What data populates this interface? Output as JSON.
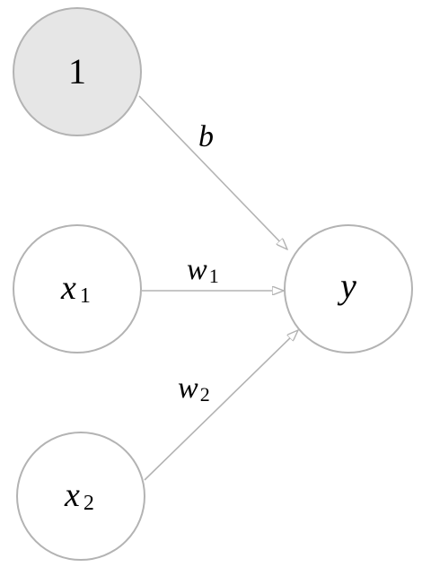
{
  "colors": {
    "bias_fill": "#e6e6e6",
    "node_fill": "#ffffff",
    "stroke": "#b3b3b3",
    "text": "#000000"
  },
  "nodes": {
    "bias": {
      "label": "1"
    },
    "x1": {
      "symbol": "x",
      "subscript": "1"
    },
    "x2": {
      "symbol": "x",
      "subscript": "2"
    },
    "y": {
      "label": "y"
    }
  },
  "edges": {
    "bias_to_y": {
      "label": "b"
    },
    "x1_to_y": {
      "symbol": "w",
      "subscript": "1"
    },
    "x2_to_y": {
      "symbol": "w",
      "subscript": "2"
    }
  }
}
